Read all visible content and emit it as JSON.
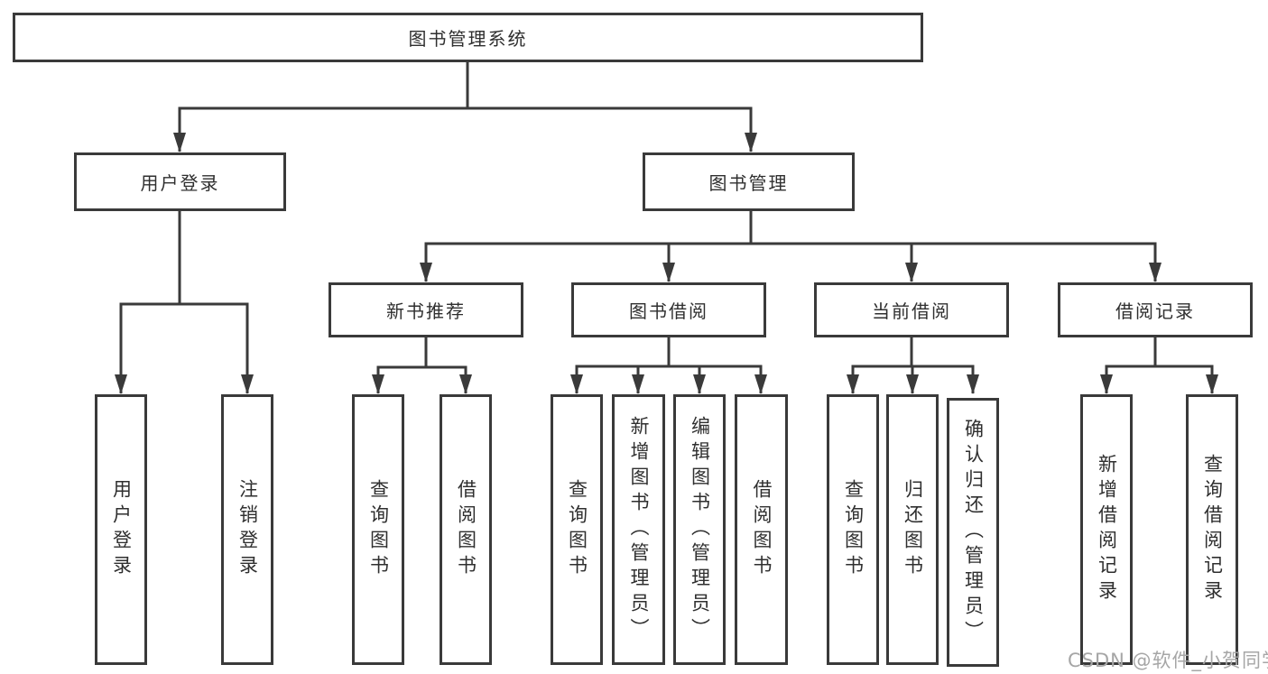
{
  "nodes": {
    "root": "图书管理系统",
    "level2": {
      "user_login": "用户登录",
      "book_management": "图书管理"
    },
    "level3": {
      "new_book_recommend": "新书推荐",
      "book_borrow": "图书借阅",
      "current_borrow": "当前借阅",
      "borrow_records": "借阅记录"
    },
    "leaves": {
      "user_login": [
        "用户登录",
        "注销登录"
      ],
      "new_book_recommend": [
        "查询图书",
        "借阅图书"
      ],
      "book_borrow": [
        "查询图书",
        "新增图书（管理员）",
        "编辑图书（管理员）",
        "借阅图书"
      ],
      "current_borrow": [
        "查询图书",
        "归还图书",
        "确认归还（管理员）"
      ],
      "borrow_records": [
        "新增借阅记录",
        "查询借阅记录"
      ]
    }
  },
  "watermark": "CSDN @软件_小贺同学",
  "colors": {
    "line": "#3a3a3a",
    "text": "#2f2f2f",
    "background": "#ffffff",
    "watermark": "#a6a6a6"
  }
}
